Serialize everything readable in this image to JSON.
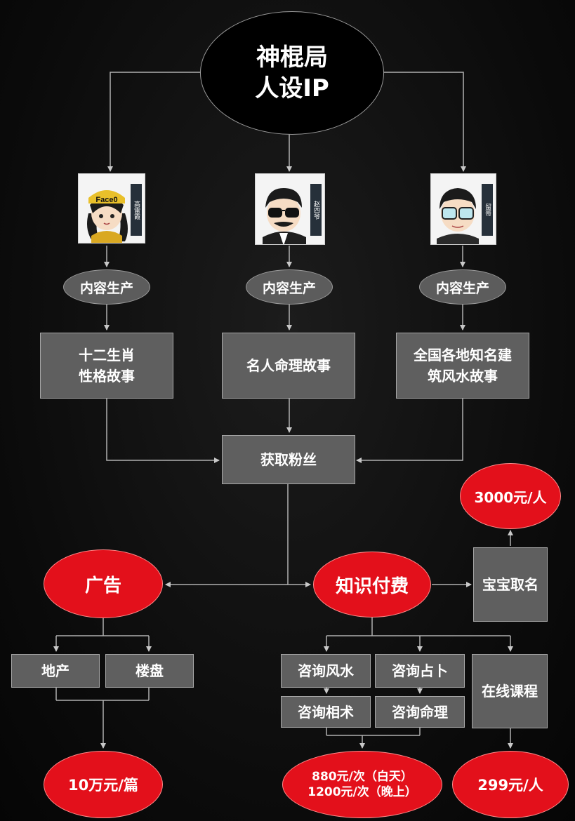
{
  "title": {
    "line1": "神棍局",
    "line2": "人设IP"
  },
  "avatars": [
    {
      "name_tag": "高雷霞",
      "cap_text": "Face0"
    },
    {
      "name_tag": "赵四爷"
    },
    {
      "name_tag": "留哥"
    }
  ],
  "content_production": [
    "内容生产",
    "内容生产",
    "内容生产"
  ],
  "stories": [
    {
      "line1": "十二生肖",
      "line2": "性格故事"
    },
    {
      "line1": "名人命理故事",
      "line2": ""
    },
    {
      "line1": "全国各地知名建",
      "line2": "筑风水故事"
    }
  ],
  "fans": "获取粉丝",
  "ad": {
    "label": "广告",
    "items": [
      "地产",
      "楼盘"
    ],
    "price": "10万元/篇"
  },
  "knowledge": {
    "label": "知识付费",
    "consult": [
      "咨询风水",
      "咨询占卜",
      "咨询相术",
      "咨询命理"
    ],
    "consult_price_line1": "880元/次（白天）",
    "consult_price_line2": "1200元/次（晚上）",
    "course": "在线课程",
    "course_price": "299元/人",
    "naming": "宝宝取名",
    "naming_price": "3000元/人"
  },
  "colors": {
    "red": "#e3101b",
    "box": "#5f5f5f",
    "bubble": "#5c5c5c",
    "line": "#b0b0b0"
  }
}
